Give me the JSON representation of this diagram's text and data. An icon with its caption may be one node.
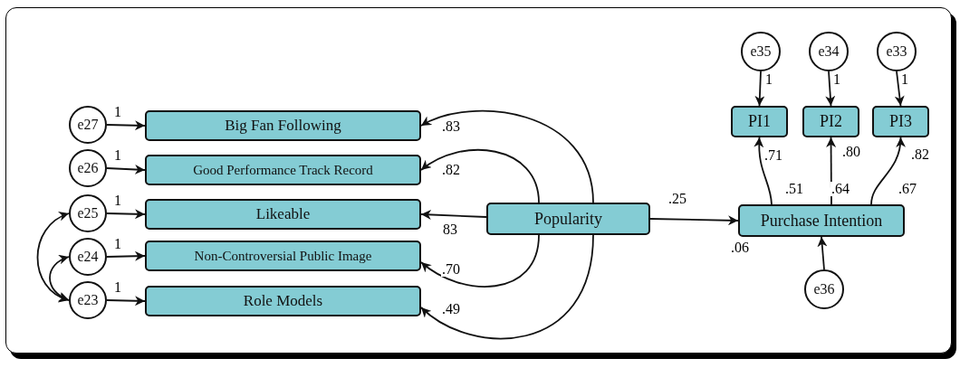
{
  "diagram": {
    "nodes": [
      {
        "text": [
          "e27"
        ]
      },
      {
        "text": [
          "e26"
        ]
      },
      {
        "text": [
          "e25"
        ]
      },
      {
        "text": [
          "e24"
        ]
      },
      {
        "text": [
          "e23"
        ]
      },
      {
        "text": [
          "Big Fan Following"
        ]
      },
      {
        "text": [
          "Good Performance Track Record"
        ]
      },
      {
        "text": [
          "Likeable"
        ]
      },
      {
        "text": [
          "Non-Controversial Public Image"
        ]
      },
      {
        "text": [
          "Role Models"
        ]
      },
      {
        "text": [
          "Popularity"
        ]
      },
      {
        "text": [
          "Purchase Intention"
        ]
      },
      {
        "text": [
          "PI1"
        ]
      },
      {
        "text": [
          "PI2"
        ]
      },
      {
        "text": [
          "PI3"
        ]
      },
      {
        "text": [
          "e35"
        ]
      },
      {
        "text": [
          "e34"
        ]
      },
      {
        "text": [
          "e33"
        ]
      },
      {
        "text": [
          "e36"
        ]
      }
    ],
    "edges": [
      {
        "from": 0,
        "to": 5,
        "arrow": "to",
        "label": "1"
      },
      {
        "from": 1,
        "to": 6,
        "arrow": "to",
        "label": "1"
      },
      {
        "from": 2,
        "to": 7,
        "arrow": "to",
        "label": "1"
      },
      {
        "from": 3,
        "to": 8,
        "arrow": "to",
        "label": "1"
      },
      {
        "from": 4,
        "to": 9,
        "arrow": "to",
        "label": "1"
      },
      {
        "from": 10,
        "to": 5,
        "arrow": "to",
        "label": ".83"
      },
      {
        "from": 10,
        "to": 6,
        "arrow": "to",
        "label": ".82"
      },
      {
        "from": 10,
        "to": 7,
        "arrow": "to",
        "label": "83"
      },
      {
        "from": 10,
        "to": 8,
        "arrow": "to",
        "label": ".70"
      },
      {
        "from": 10,
        "to": 9,
        "arrow": "to",
        "label": ".49"
      },
      {
        "from": 10,
        "to": 11,
        "arrow": "to",
        "label": ".25"
      },
      {
        "from": 11,
        "to": 12,
        "arrow": "to",
        "label": ".71"
      },
      {
        "from": 11,
        "to": 13,
        "arrow": "to",
        "label": ".80"
      },
      {
        "from": 11,
        "to": 14,
        "arrow": "to",
        "label": ".82"
      },
      {
        "from": 15,
        "to": 12,
        "arrow": "to",
        "label": "1"
      },
      {
        "from": 16,
        "to": 13,
        "arrow": "to",
        "label": "1"
      },
      {
        "from": 17,
        "to": 14,
        "arrow": "to",
        "label": "1"
      },
      {
        "from": 18,
        "to": 11,
        "arrow": "to"
      },
      {
        "from": 2,
        "to": 4,
        "arrow": "both"
      },
      {
        "from": 3,
        "to": 4,
        "arrow": "both"
      }
    ],
    "labels": [
      ".51",
      ".64",
      ".67",
      ".06"
    ]
  }
}
